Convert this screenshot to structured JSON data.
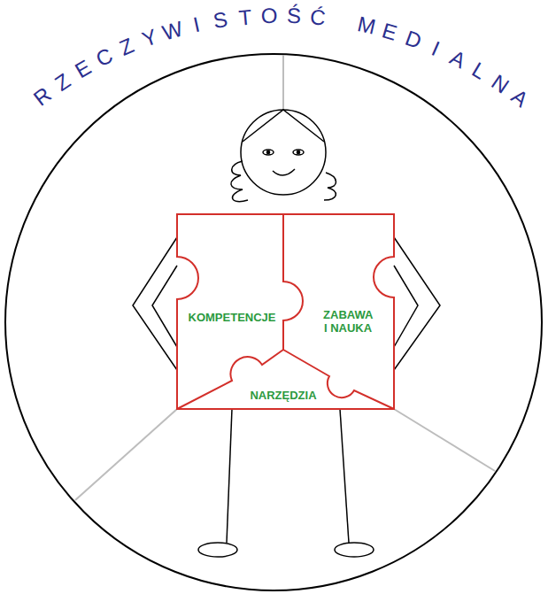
{
  "diagram": {
    "title": "RZECZYWISTOŚĆ MEDIALNA",
    "nodes": [
      {
        "text": [
          "KOMPETENCJE"
        ]
      },
      {
        "text": [
          "ZABAWA I NAUKA"
        ]
      },
      {
        "text": [
          "NARZĘDZIA"
        ]
      }
    ]
  }
}
